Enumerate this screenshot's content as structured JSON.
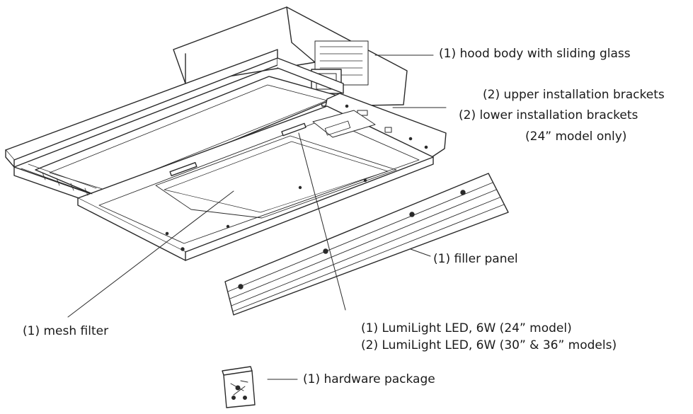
{
  "labels": {
    "hood_body": "(1) hood body with sliding glass",
    "upper_brackets": "(2) upper installation brackets",
    "lower_brackets": "(2) lower installation brackets",
    "lower_brackets_note": "(24” model only)",
    "filler_panel": "(1) filler panel",
    "mesh_filter": "(1) mesh filter",
    "led_24": "(1) LumiLight LED, 6W (24” model)",
    "led_30_36": "(2) LumiLight LED, 6W (30” & 36” models)",
    "hardware_package": "(1) hardware package"
  },
  "colors": {
    "line": "#2a2a2a",
    "paper": "#ffffff"
  }
}
